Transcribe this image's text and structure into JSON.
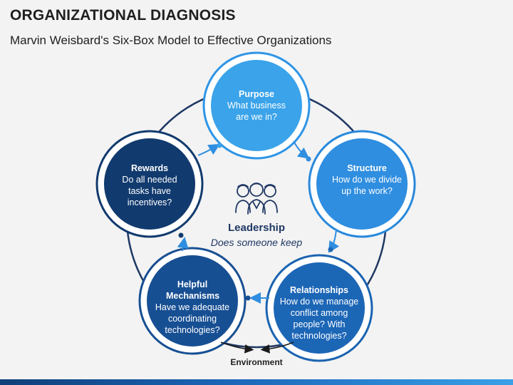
{
  "title": "ORGANIZATIONAL DIAGNOSIS",
  "subtitle": "Marvin Weisbard's Six-Box Model to Effective Organizations",
  "center": {
    "title": "Leadership",
    "subtitle": "Does someone keep",
    "icon": "people-group-icon"
  },
  "boxes": {
    "purpose": {
      "title": "Purpose",
      "text": "What business are we in?",
      "color": "#3aa3ea"
    },
    "structure": {
      "title": "Structure",
      "text": "How do we divide up the work?",
      "color": "#2f8ee0"
    },
    "relationships": {
      "title": "Relationships",
      "text": "How do we manage conflict among people? With technologies?",
      "color": "#1c66b6"
    },
    "mechanisms": {
      "title": "Helpful Mechanisms",
      "text": "Have we adequate coordinating technologies?",
      "color": "#174f93"
    },
    "rewards": {
      "title": "Rewards",
      "text": "Do all needed tasks have incentives?",
      "color": "#113a6e"
    }
  },
  "environment_label": "Environment",
  "colors": {
    "ring": "#1f3864",
    "text_dark": "#1f1f1f",
    "center_text": "#1f3864"
  }
}
